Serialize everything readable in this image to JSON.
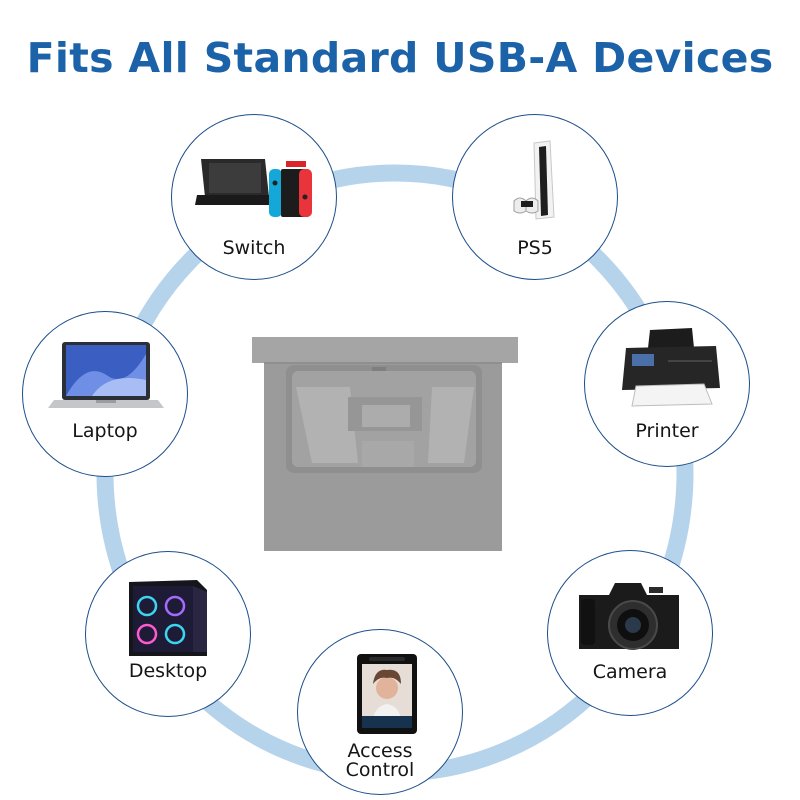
{
  "title": "Fits All Standard USB-A Devices",
  "colors": {
    "title": "#1b62a8",
    "ring": "#b6d3ec",
    "circle_border": "#1d4f8a",
    "cover": "#9e9e9e"
  },
  "devices": [
    {
      "label": "Switch",
      "icon": "game-console-icon"
    },
    {
      "label": "PS5",
      "icon": "playstation-icon"
    },
    {
      "label": "Laptop",
      "icon": "laptop-icon"
    },
    {
      "label": "Printer",
      "icon": "printer-icon"
    },
    {
      "label": "Desktop",
      "icon": "desktop-pc-icon"
    },
    {
      "label": "Camera",
      "icon": "camera-icon"
    },
    {
      "label": "Access Control",
      "line1": "Access",
      "line2": "Control",
      "icon": "face-terminal-icon"
    }
  ]
}
